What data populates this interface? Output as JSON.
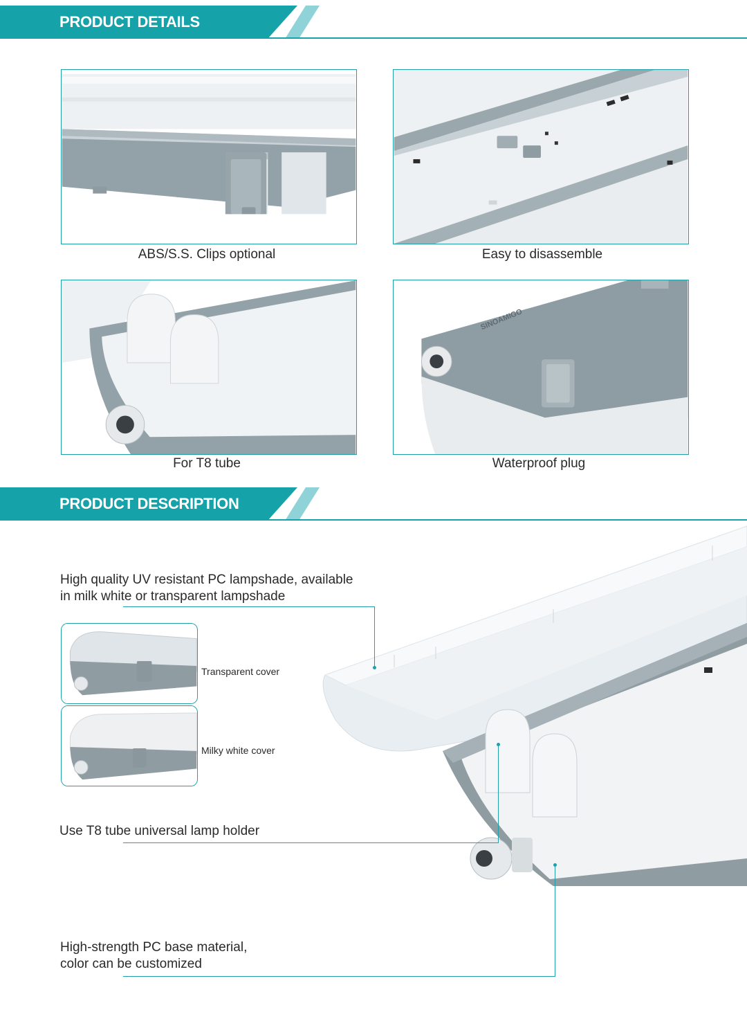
{
  "sections": {
    "details_title": "PRODUCT DETAILS",
    "description_title": "PRODUCT DESCRIPTION"
  },
  "details": {
    "captions": [
      "ABS/S.S. Clips optional",
      "Easy to disassemble",
      "For T8 tube",
      "Waterproof plug"
    ],
    "brand_on_fixture": "SINOAMIGO"
  },
  "description": {
    "lampshade_line1": "High quality UV resistant PC lampshade, available",
    "lampshade_line2": "in milk white or transparent lampshade",
    "transparent_cover": "Transparent cover",
    "milky_cover": "Milky white cover",
    "lamp_holder": "Use T8 tube universal lamp holder",
    "base_line1": "High-strength PC base material,",
    "base_line2": "color can be customized"
  },
  "colors": {
    "accent": "#16a2a9",
    "accent_light": "#8fd3d8",
    "housing_grey": "#8f9ca2",
    "cover_white": "#eef1f4"
  }
}
